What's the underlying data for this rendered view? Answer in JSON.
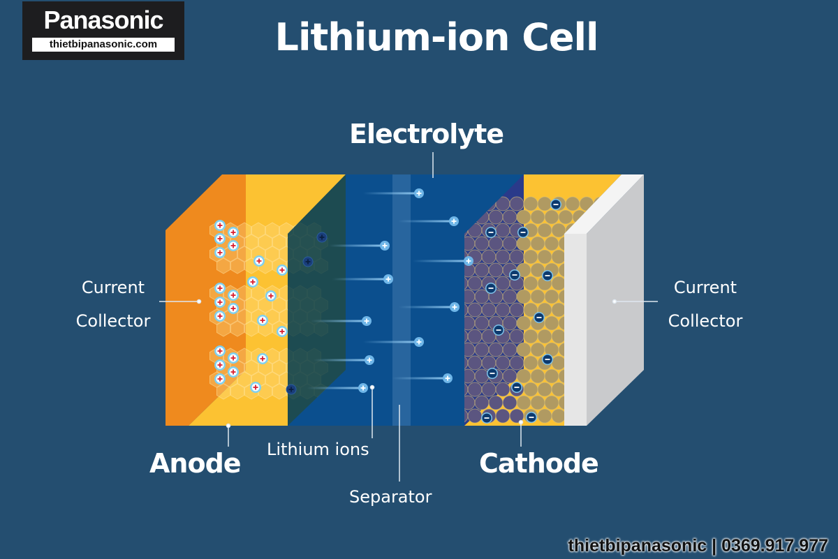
{
  "logo": {
    "brand": "Panasonic",
    "url": "thietbipanasonic.com"
  },
  "title": "Lithium-ion Cell",
  "labels": {
    "electrolyte": "Electrolyte",
    "current_collector_left": [
      "Current",
      "Collector"
    ],
    "current_collector_right": [
      "Current",
      "Collector"
    ],
    "anode": "Anode",
    "lithium_ions": "Lithium ions",
    "separator": "Separator",
    "cathode": "Cathode"
  },
  "footer": "thietbipanasonic | 0369.917.977",
  "colors": {
    "background": "#244e70",
    "anode_collector": "#ef8a1e",
    "anode": "#fcc232",
    "electrolyte": "#0b4f8e",
    "cathode_panel": "#2a3a8a",
    "cathode_particles": "#b09a62",
    "collector": "#c9cacc"
  }
}
